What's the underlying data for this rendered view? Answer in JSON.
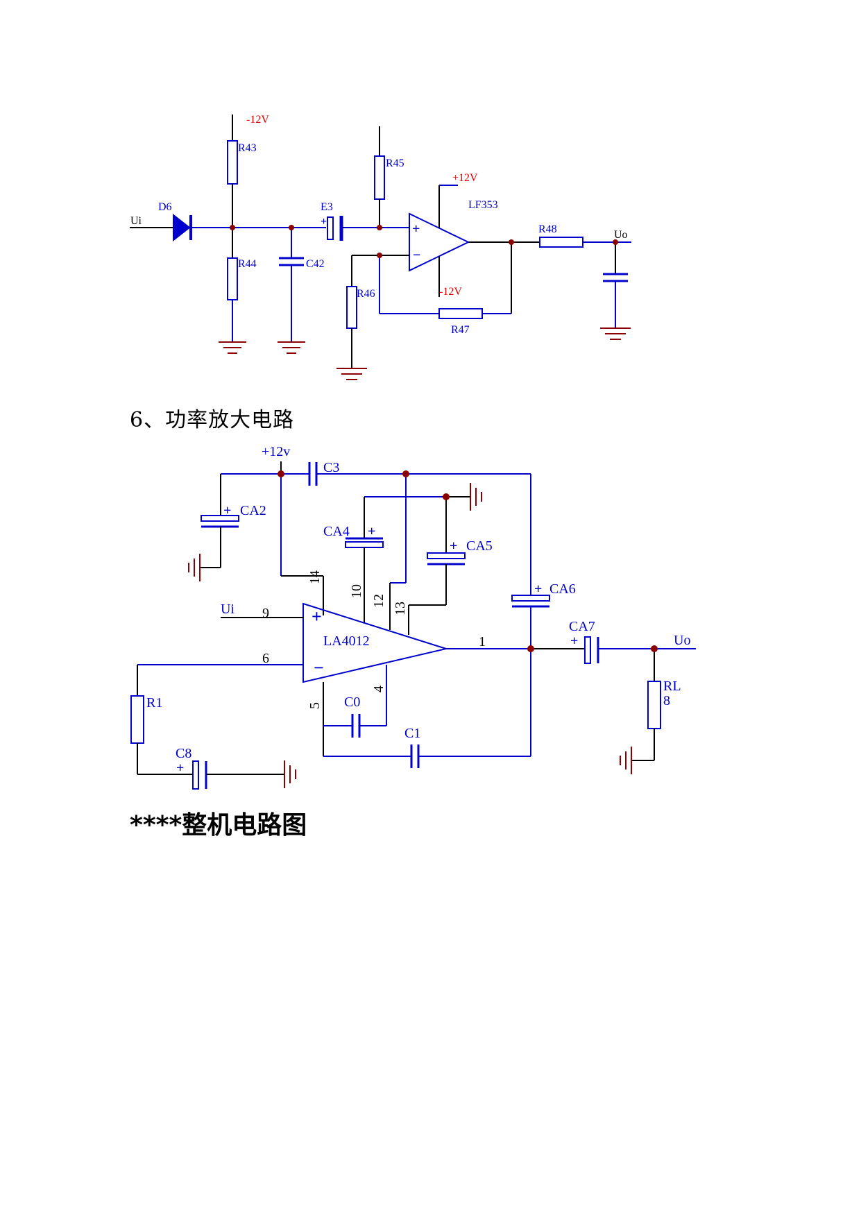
{
  "circuit1": {
    "rail_top_left": "-12V",
    "rail_top_opamp": "+12V",
    "rail_bottom_opamp": "-12V",
    "opamp_name": "LF353",
    "input": "Ui",
    "output": "Uo",
    "diode": "D6",
    "cap_e": "E3",
    "cap_c": "C42",
    "r43": "R43",
    "r44": "R44",
    "r45": "R45",
    "r46": "R46",
    "r47": "R47",
    "r48": "R48",
    "plus": "+",
    "minus": "−"
  },
  "section6": {
    "title": "6、功率放大电路"
  },
  "circuit2": {
    "rail": "+12v",
    "ic": "LA4012",
    "input": "Ui",
    "output": "Uo",
    "c3": "C3",
    "ca2": "CA2",
    "ca4": "CA4",
    "ca5": "CA5",
    "ca6": "CA6",
    "ca7": "CA7",
    "c0": "C0",
    "c1": "C1",
    "c8": "C8",
    "r1": "R1",
    "rl": "RL",
    "rl_value": "8",
    "pins": {
      "p14": "14",
      "p10": "10",
      "p12": "12",
      "p13": "13",
      "p9": "9",
      "p6": "6",
      "p5": "5",
      "p4": "4",
      "p1": "1"
    },
    "plus": "+",
    "minus": "−"
  },
  "section_whole": {
    "title": "****整机电路图"
  },
  "colors": {
    "wire": "#0000cc",
    "ground": "#8b0000",
    "rail_red": "#e00000",
    "node": "#8b0000",
    "black": "#000000"
  }
}
